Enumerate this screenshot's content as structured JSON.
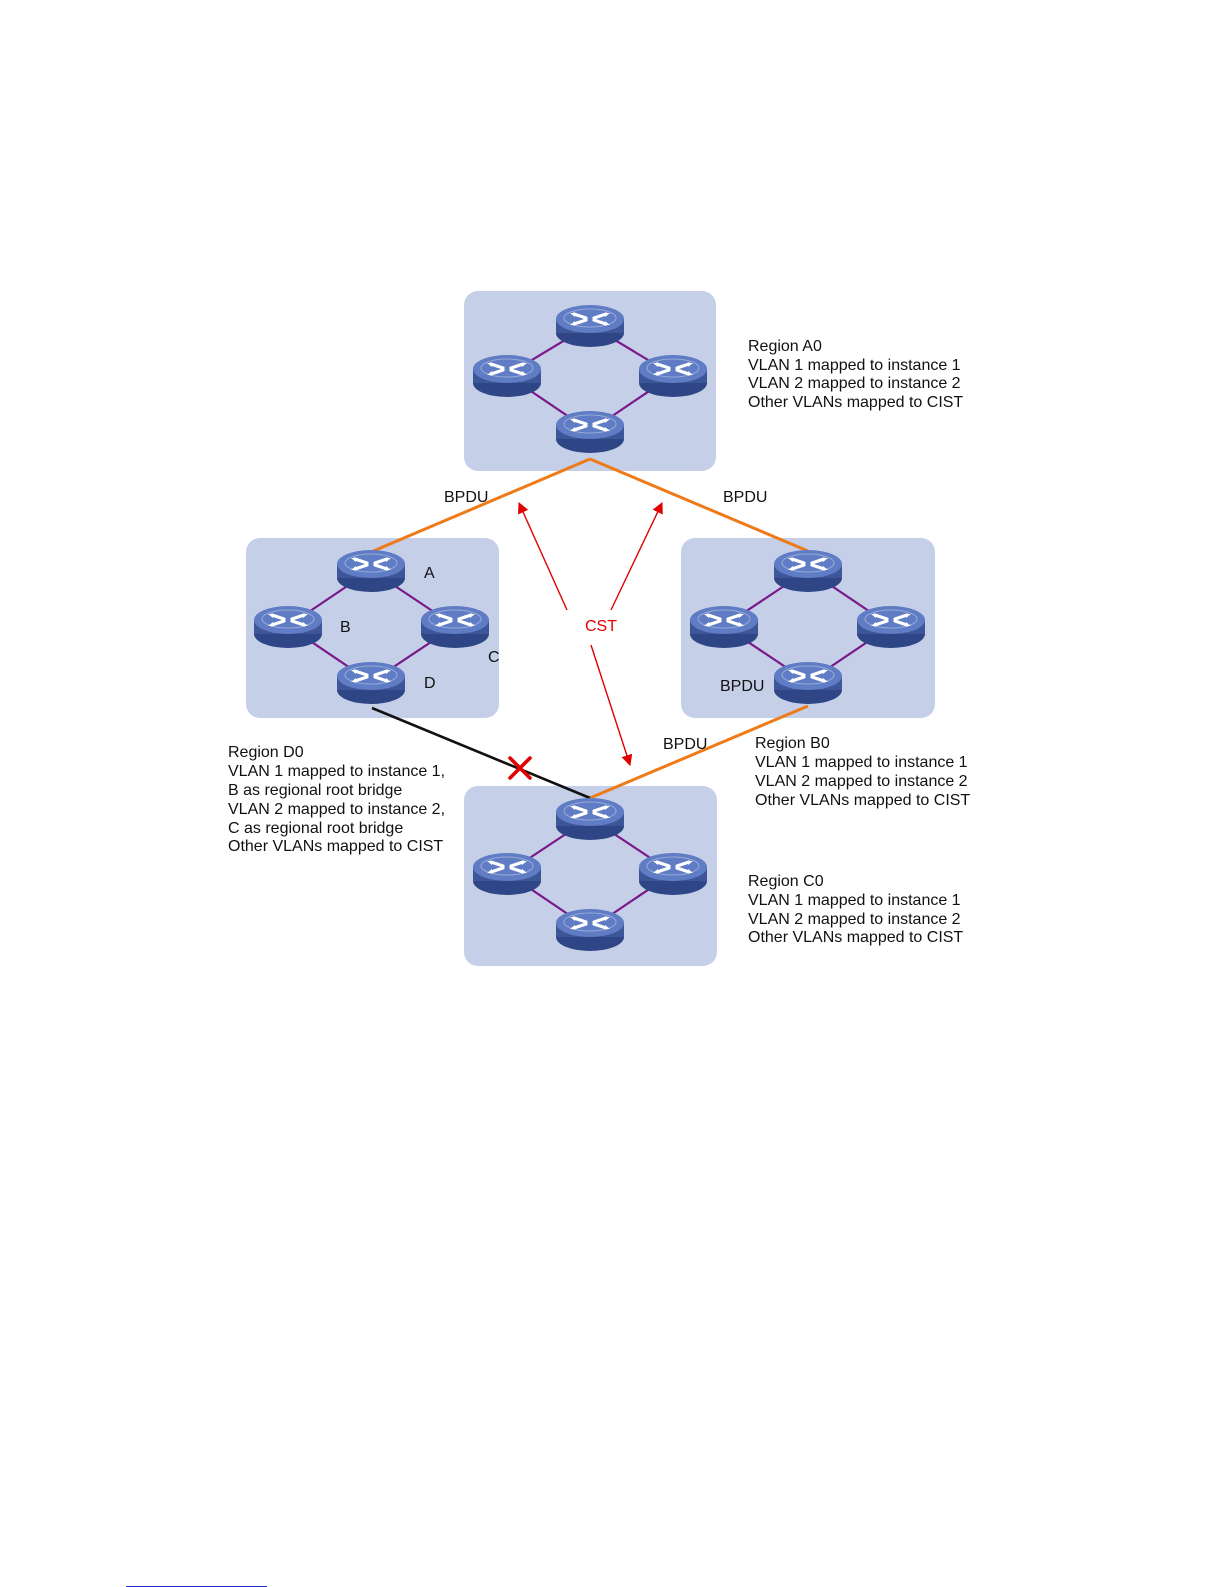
{
  "colors": {
    "region_fill": "#c5cfe8",
    "switch_body": "#4a64a8",
    "intra_link": "#7a1a8a",
    "bpdu_link": "#ee7a18",
    "blocked_link": "#111111",
    "cst": "#e00000"
  },
  "regions": [
    {
      "id": "A0",
      "title": "Region A0",
      "lines": [
        "VLAN 1 mapped to instance 1",
        "VLAN 2 mapped to instance 2",
        "Other VLANs mapped to  CIST"
      ]
    },
    {
      "id": "B0",
      "title": "Region B0",
      "lines": [
        "VLAN 1 mapped to instance 1",
        "VLAN 2 mapped to instance 2",
        "Other VLANs mapped to  CIST"
      ]
    },
    {
      "id": "C0",
      "title": "Region C0",
      "lines": [
        "VLAN 1 mapped to instance 1",
        "VLAN 2 mapped to instance 2",
        "Other VLANs mapped to  CIST"
      ]
    },
    {
      "id": "D0",
      "title": "Region D0",
      "lines": [
        "VLAN 1 mapped to instance 1,",
        "B as regional root bridge",
        "VLAN 2 mapped to instance 2,",
        "C as regional root bridge",
        "Other VLANs mapped to  CIST"
      ]
    }
  ],
  "switch_labels": {
    "a": "A",
    "b": "B",
    "c": "C",
    "d": "D"
  },
  "bpdu_label": "BPDU",
  "cst_label": "CST",
  "icons": {
    "switch": "switch-icon",
    "blocked": "blocked-x-icon"
  }
}
